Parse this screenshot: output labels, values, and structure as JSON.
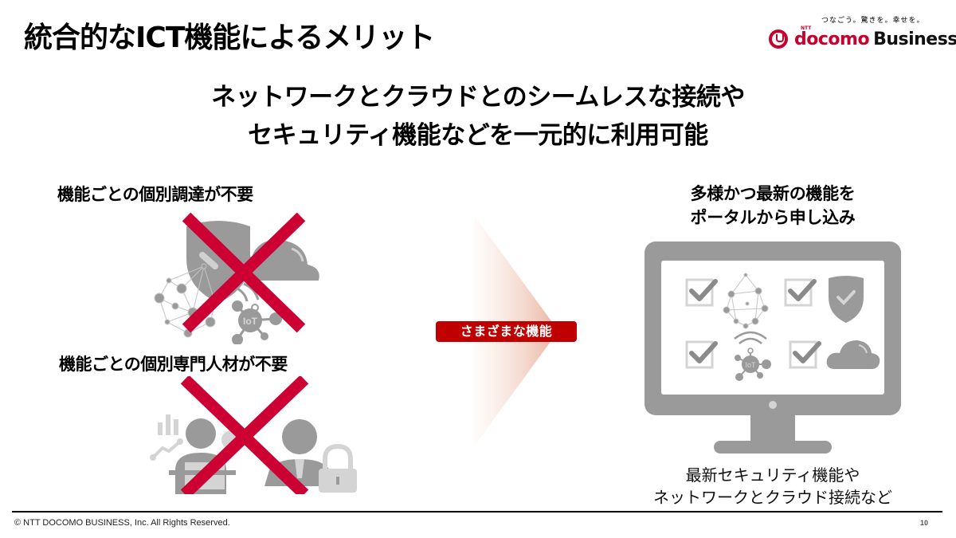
{
  "slide": {
    "title": "統合的なICT機能によるメリット",
    "headline_line1": "ネットワークとクラウドとのシームレスな接続や",
    "headline_line2": "セキュリティ機能などを一元的に利用可能",
    "page_number": "10"
  },
  "logo": {
    "tagline": "つなごう。驚きを。幸せを。",
    "ntt": "NTT",
    "docomo": "docomo",
    "business": "Business",
    "brand_color": "#c8002d"
  },
  "left": {
    "item1_label": "機能ごとの個別調達が不要",
    "item1_icons": [
      "shield-icon",
      "cloud-icon",
      "network-mesh-icon",
      "iot-icon"
    ],
    "item2_label": "機能ごとの個別専門人材が不要",
    "item2_icons": [
      "analyst-person-icon",
      "chart-icon",
      "businessman-icon",
      "padlock-icon"
    ],
    "cross_color": "#cc0033"
  },
  "center": {
    "badge_label": "さまざまな機能",
    "badge_color": "#c00000"
  },
  "right": {
    "heading_line1": "多様かつ最新の機能を",
    "heading_line2": "ポータルから申し込み",
    "monitor_items": [
      {
        "check": true,
        "icon": "network-mesh-icon"
      },
      {
        "check": true,
        "icon": "shield-check-icon"
      },
      {
        "check": true,
        "icon": "iot-icon",
        "label": "IoT"
      },
      {
        "check": true,
        "icon": "cloud-icon"
      }
    ],
    "caption_line1": "最新セキュリティ機能や",
    "caption_line2": "ネットワークとクラウド接続など"
  },
  "footer": {
    "copyright": "© NTT DOCOMO BUSINESS, Inc. All Rights Reserved."
  },
  "icon_labels": {
    "iot": "IoT"
  }
}
